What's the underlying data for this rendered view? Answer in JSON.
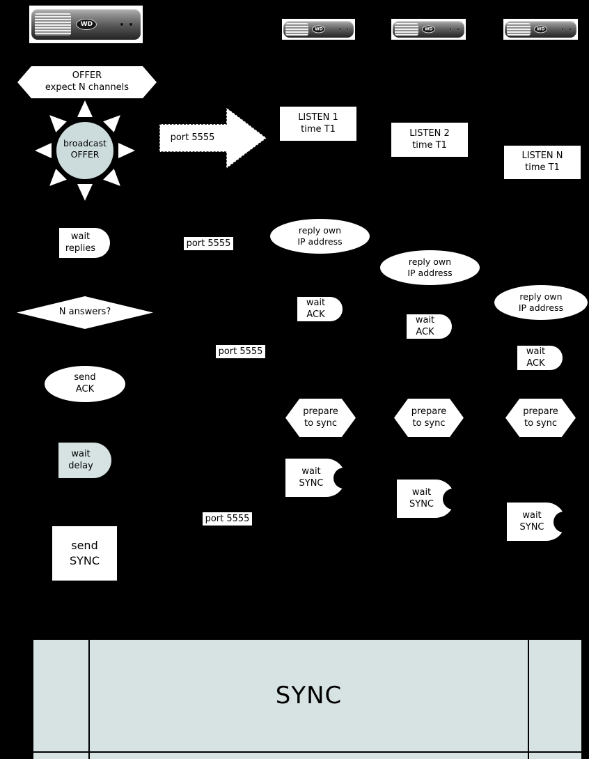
{
  "palette": {
    "background": "#000000",
    "shape": "#ffffff",
    "accent": "#d6e3e2",
    "text": "#000000"
  },
  "devices": {
    "logo": "WD"
  },
  "server": {
    "offer": [
      "OFFER",
      "expect N channels"
    ],
    "broadcast": [
      "broadcast",
      "OFFER"
    ],
    "wait_replies": [
      "wait",
      "replies"
    ],
    "n_answers": "N answers?",
    "send_ack": [
      "send",
      "ACK"
    ],
    "wait_delay": [
      "wait",
      "delay"
    ],
    "send_sync": [
      "send",
      "SYNC"
    ]
  },
  "port_labels": {
    "arrow": "port 5555",
    "reply": "port 5555",
    "ack": "port 5555",
    "sync": "port 5555"
  },
  "clients": [
    {
      "listen": [
        "LISTEN 1",
        "time T1"
      ],
      "reply": [
        "reply own",
        "IP address"
      ],
      "wait_ack": [
        "wait",
        "ACK"
      ],
      "prepare": [
        "prepare",
        "to sync"
      ],
      "wait_sync": [
        "wait",
        "SYNC"
      ]
    },
    {
      "listen": [
        "LISTEN 2",
        "time T1"
      ],
      "reply": [
        "reply own",
        "IP address"
      ],
      "wait_ack": [
        "wait",
        "ACK"
      ],
      "prepare": [
        "prepare",
        "to sync"
      ],
      "wait_sync": [
        "wait",
        "SYNC"
      ]
    },
    {
      "listen": [
        "LISTEN N",
        "time T1"
      ],
      "reply": [
        "reply own",
        "IP address"
      ],
      "wait_ack": [
        "wait",
        "ACK"
      ],
      "prepare": [
        "prepare",
        "to sync"
      ],
      "wait_sync": [
        "wait",
        "SYNC"
      ]
    }
  ],
  "sync_bar": {
    "label": "SYNC"
  }
}
